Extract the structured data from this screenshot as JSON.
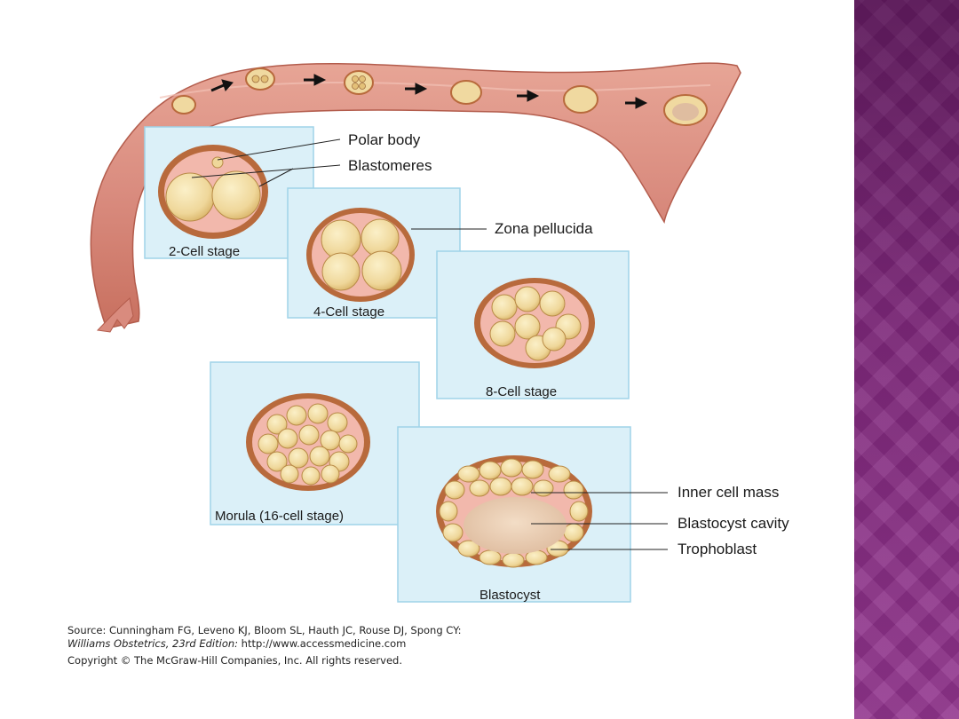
{
  "colors": {
    "side_band": "#8a2e85",
    "panel_fill": "#dbf0f8",
    "panel_border": "#9fd3e8",
    "tube": "#d98b7e",
    "zona": "#b86a3c",
    "cell": "#f0d9a0"
  },
  "diagram": {
    "labels": {
      "polar_body": "Polar body",
      "blastomeres": "Blastomeres",
      "zona_pellucida": "Zona pellucida",
      "inner_cell_mass": "Inner cell mass",
      "blastocyst_cavity": "Blastocyst cavity",
      "trophoblast": "Trophoblast"
    },
    "stages": {
      "two_cell": "2-Cell stage",
      "four_cell": "4-Cell stage",
      "eight_cell": "8-Cell stage",
      "morula": "Morula (16-cell stage)",
      "blastocyst": "Blastocyst"
    }
  },
  "source": {
    "line1": "Source: Cunningham FG, Leveno KJ, Bloom SL, Hauth JC, Rouse DJ, Spong CY:",
    "line2_title": "Williams Obstetrics, 23rd Edition:",
    "line2_url": "http://www.accessmedicine.com",
    "line3": "Copyright © The McGraw-Hill Companies, Inc. All rights reserved."
  }
}
